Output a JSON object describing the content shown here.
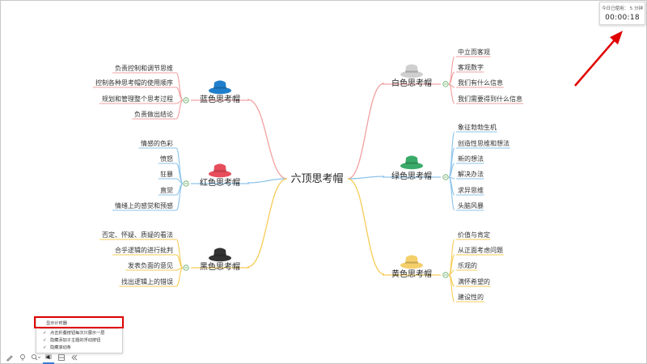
{
  "mindmap": {
    "center": "六顶思考帽",
    "branches": {
      "blue": {
        "title": "蓝色思考帽",
        "color": "#1f7fcc",
        "line_color": "#f2a0a0",
        "items": [
          "负责控制和调节思维",
          "控制各种思考帽的使用顺序",
          "规划和管理整个思考过程",
          "负责做出结论"
        ]
      },
      "red": {
        "title": "红色思考帽",
        "color": "#e84d5b",
        "line_color": "#8cc3ea",
        "items": [
          "情感的色彩",
          "愤怒",
          "狂暴",
          "直觉",
          "情绪上的感觉和预感"
        ]
      },
      "black": {
        "title": "黑色思考帽",
        "color": "#333333",
        "line_color": "#f5cc55",
        "items": [
          "否定、怀疑、质疑的看法",
          "合乎逻辑的进行批判",
          "发表负面的意见",
          "找出逻辑上的错误"
        ]
      },
      "white": {
        "title": "白色思考帽",
        "color": "#cfcfcf",
        "line_color": "#f2a0a0",
        "items": [
          "中立而客观",
          "客观数字",
          "我们有什么信息",
          "我们需要得到什么信息"
        ]
      },
      "green": {
        "title": "绿色思考帽",
        "color": "#3aaa6a",
        "line_color": "#8cc3ea",
        "items": [
          "象征勃勃生机",
          "创造性思维和想法",
          "新的想法",
          "解决办法",
          "求异思维",
          "头脑风暴"
        ]
      },
      "yellow": {
        "title": "黄色思考帽",
        "color": "#f5cf6a",
        "line_color": "#f5cc55",
        "items": [
          "价值与肯定",
          "从正面考虑问题",
          "乐观的",
          "满怀希望的",
          "建设性的"
        ]
      }
    }
  },
  "timer": {
    "label": "今日已使用：  5 分钟",
    "value": "00:00:18"
  },
  "context_menu": {
    "items": [
      {
        "label": "显示计时器",
        "checked": false
      },
      {
        "label": "点击折叠按钮每次只展示一层",
        "checked": true
      },
      {
        "label": "隐藏添加子主题的浮动按钮",
        "checked": true
      },
      {
        "label": "隐藏滚动条",
        "checked": true
      }
    ]
  },
  "toolbar": {
    "icons": [
      "pen-icon",
      "pin-icon",
      "zoom-icon",
      "settings-icon",
      "fit-icon",
      "collapse-icon"
    ]
  },
  "annotation": {
    "arrow_color": "#e00000",
    "highlight_color": "#e00000"
  }
}
